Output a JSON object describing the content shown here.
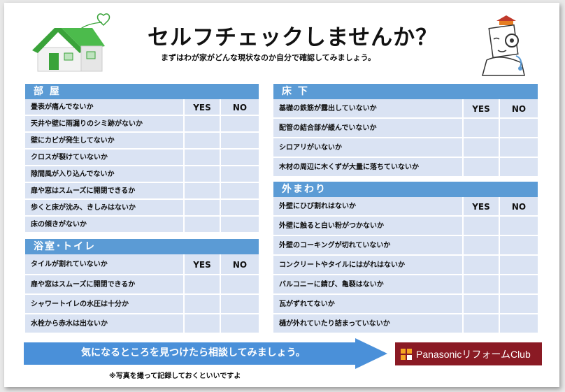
{
  "header": {
    "title": "セルフチェックしませんか？",
    "subtitle": "まずはわが家がどんな現状なのか自分で確認してみましょう。"
  },
  "columns": {
    "yes": "YES",
    "no": "NO"
  },
  "sections": {
    "heya": {
      "title": "部 屋",
      "items": [
        "畳表が痛んでないか",
        "天井や壁に雨漏りのシミ跡がないか",
        "壁にカビが発生してないか",
        "クロスが裂けていないか",
        "隙間風が入り込んでないか",
        "扉や窓はスムーズに開閉できるか",
        "歩くと床が沈み、きしみはないか",
        "床の傾きがないか"
      ]
    },
    "yokushitsu": {
      "title": "浴室･トイレ",
      "items": [
        "タイルが割れていないか",
        "扉や窓はスムーズに開閉できるか",
        "シャワートイレの水圧は十分か",
        "水栓から赤水は出ないか"
      ]
    },
    "yukashita": {
      "title": "床 下",
      "items": [
        "基礎の鉄筋が露出していないか",
        "配管の結合部が緩んでいないか",
        "シロアリがいないか",
        "木材の周辺に木くずが大量に落ちていないか"
      ]
    },
    "sotomawari": {
      "title": "外まわり",
      "items": [
        "外壁にひび割れはないか",
        "外壁に触ると白い粉がつかないか",
        "外壁のコーキングが切れていないか",
        "コンクリートやタイルにはがれはないか",
        "バルコニーに錆び、亀裂はないか",
        "瓦がずれてないか",
        "樋が外れていたり詰まっていないか"
      ]
    }
  },
  "footer": {
    "banner": "気になるところを見つけたら相談してみましょう。",
    "note": "※写真を撮って記録しておくといいですよ",
    "logo": "PanasonicリフォームClub"
  },
  "colors": {
    "section_header": "#5b9bd5",
    "row_bg": "#dae3f3",
    "arrow": "#4a90d9",
    "logo_bg": "#8a1a24",
    "house_roof": "#3aa33a"
  }
}
